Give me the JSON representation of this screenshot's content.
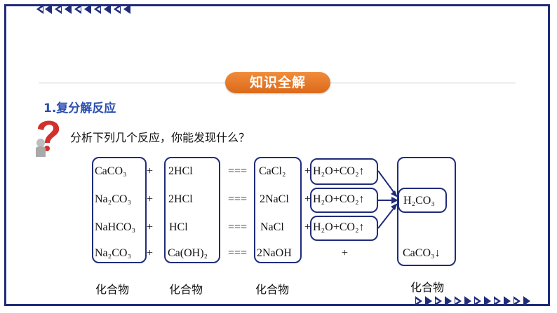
{
  "header": {
    "badge": "知识全解"
  },
  "section": {
    "title": "1.复分解反应"
  },
  "prompt": "分析下列几个反应，你能发现什么？",
  "rows": [
    {
      "reactant1": "CaCO₃",
      "plus1": "+",
      "reactant2": "2HCl",
      "equals": "===",
      "product1": "CaCl₂",
      "plus2": "+",
      "product2": "H₂O+CO₂↑"
    },
    {
      "reactant1": "Na₂CO₃",
      "plus1": "+",
      "reactant2": "2HCl",
      "equals": "===",
      "product1": "2NaCl",
      "plus2": "+",
      "product2": "H₂O+CO₂↑"
    },
    {
      "reactant1": "NaHCO₃",
      "plus1": "+",
      "reactant2": "HCl",
      "equals": "===",
      "product1": "NaCl",
      "plus2": "+",
      "product2": "H₂O+CO₂↑"
    },
    {
      "reactant1": "Na₂CO₃",
      "plus1": "+",
      "reactant2": "Ca(OH)₂",
      "equals": "===",
      "product1": "2NaOH",
      "plus2": "+",
      "product2": ""
    }
  ],
  "combined": {
    "h2co3": "H₂CO₃",
    "caco3": "CaCO₃↓"
  },
  "column_labels": [
    "化合物",
    "化合物",
    "化合物",
    "化合物"
  ]
}
